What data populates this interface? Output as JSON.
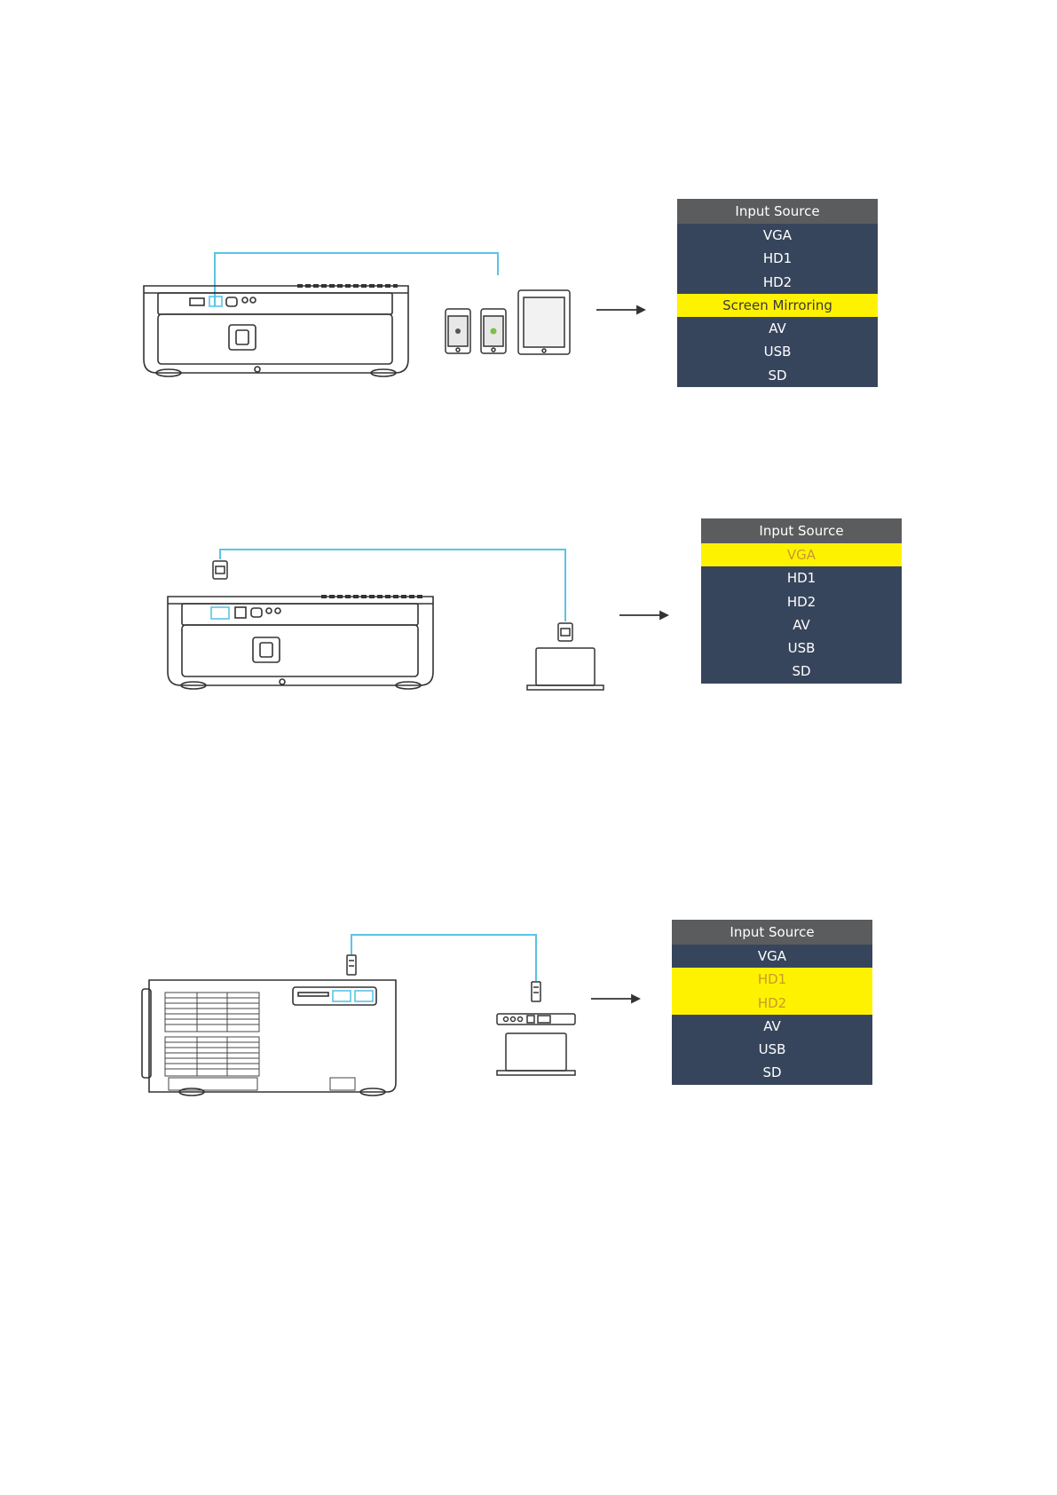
{
  "menus": [
    {
      "header": "Input Source",
      "items": [
        {
          "label": "VGA",
          "selected": false
        },
        {
          "label": "HD1",
          "selected": false
        },
        {
          "label": "HD2",
          "selected": false
        },
        {
          "label": "Screen Mirroring",
          "selected": true
        },
        {
          "label": "AV",
          "selected": false
        },
        {
          "label": "USB",
          "selected": false
        },
        {
          "label": "SD",
          "selected": false
        }
      ]
    },
    {
      "header": "Input Source",
      "items": [
        {
          "label": "VGA",
          "selected": true
        },
        {
          "label": "HD1",
          "selected": false
        },
        {
          "label": "HD2",
          "selected": false
        },
        {
          "label": "AV",
          "selected": false
        },
        {
          "label": "USB",
          "selected": false
        },
        {
          "label": "SD",
          "selected": false
        }
      ]
    },
    {
      "header": "Input Source",
      "items": [
        {
          "label": "VGA",
          "selected": false
        },
        {
          "label": "HD1",
          "selected": true
        },
        {
          "label": "HD2",
          "selected": true
        },
        {
          "label": "AV",
          "selected": false
        },
        {
          "label": "USB",
          "selected": false
        },
        {
          "label": "SD",
          "selected": false
        }
      ]
    }
  ],
  "colors": {
    "menu_header": "#5b5c5e",
    "menu_item": "#37455c",
    "menu_selected": "#fff200",
    "cable": "#5bc3e6"
  },
  "icons": [
    "projector-back-icon",
    "iphone-icon",
    "android-phone-icon",
    "tablet-icon",
    "laptop-icon",
    "vga-plug-icon",
    "hdmi-plug-icon",
    "hdmi-adapter-icon",
    "arrow-right-icon"
  ]
}
